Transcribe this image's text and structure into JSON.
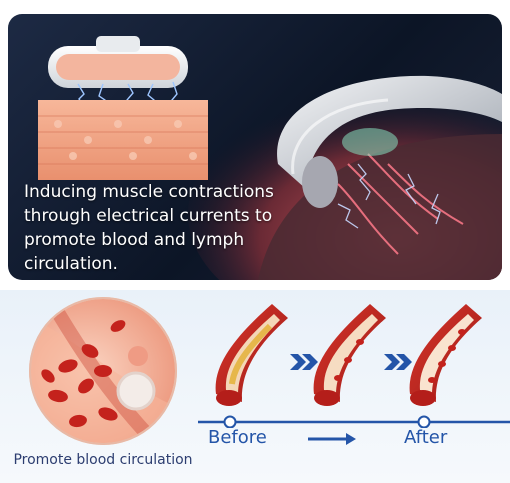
{
  "top": {
    "caption": "Inducing muscle contractions through electrical currents to promote blood and lymph circulation."
  },
  "bottom": {
    "circle_caption": "Promote blood circulation",
    "before_label": "Before",
    "after_label": "After"
  },
  "colors": {
    "accent_blue": "#2455a8",
    "label_navy": "#2c3d70",
    "vessel_red": "#c0281e",
    "panel_dark": "#0c1526"
  },
  "icons": [
    "chevron-right-double-icon",
    "arrow-right-icon"
  ]
}
